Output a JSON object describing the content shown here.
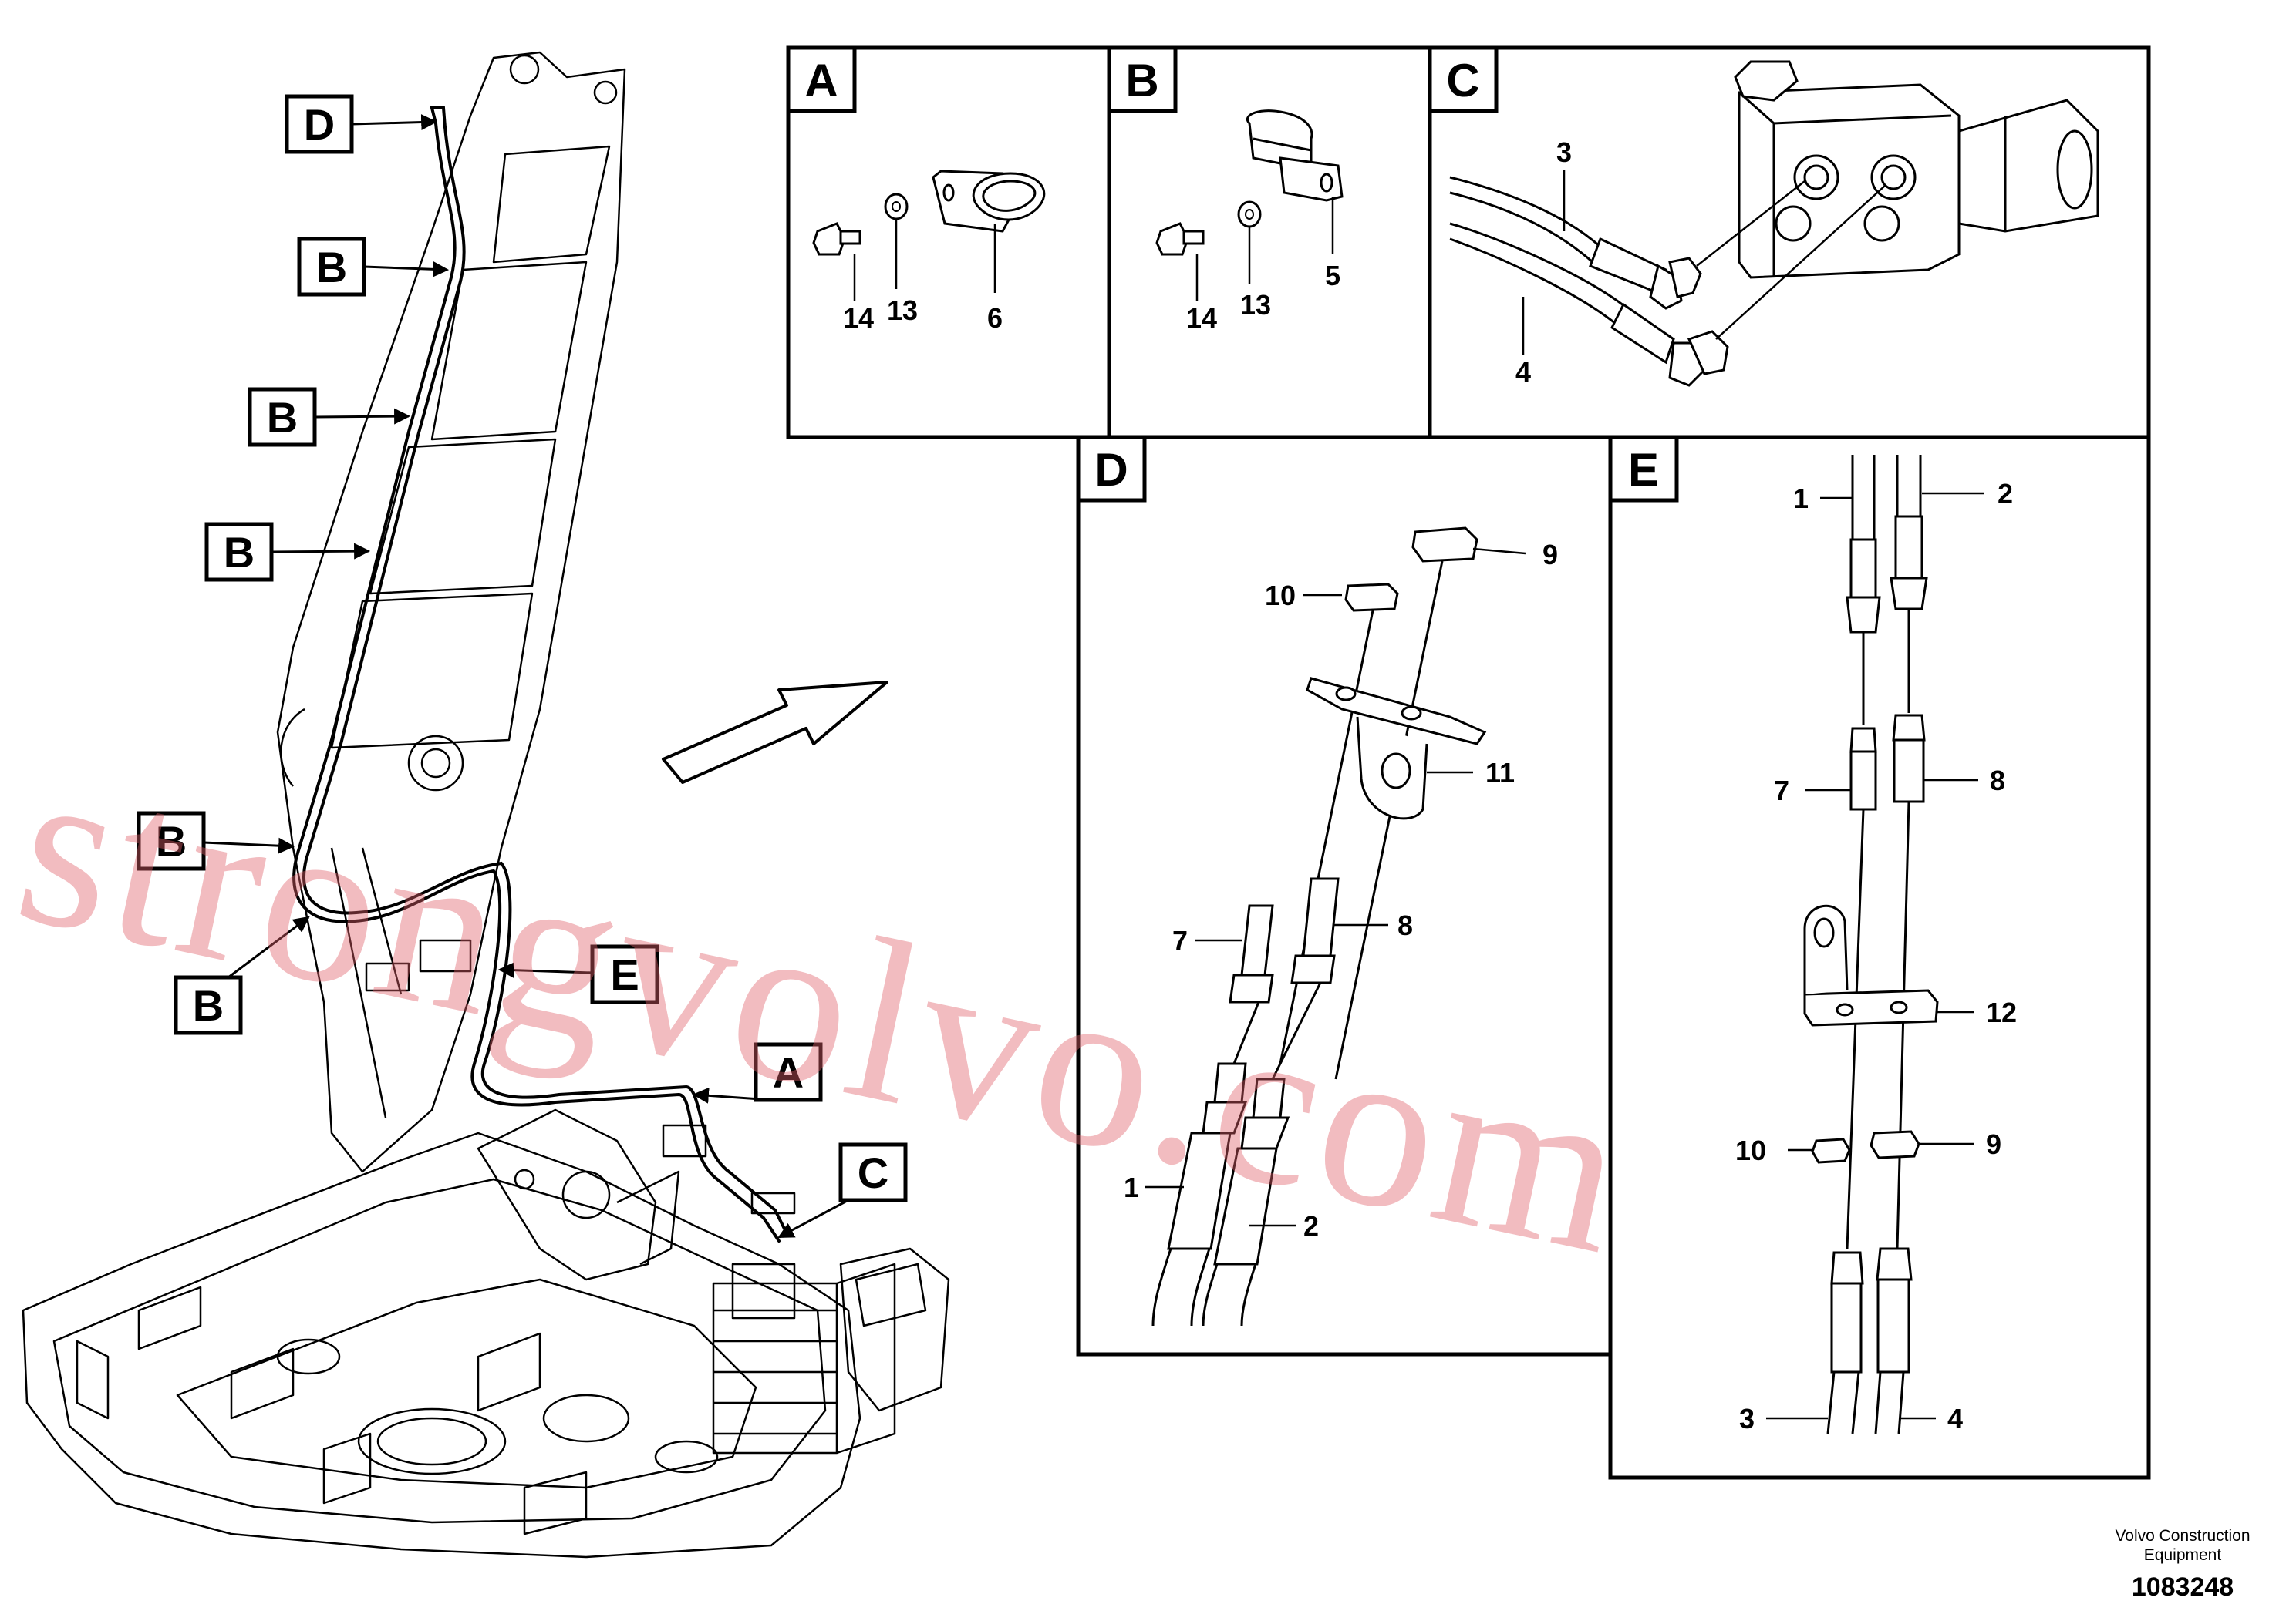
{
  "callouts": {
    "d": "D",
    "b1": "B",
    "b2": "B",
    "b3": "B",
    "b4": "B",
    "b5": "B",
    "e": "E",
    "a": "A",
    "c": "C"
  },
  "panels": {
    "a": {
      "letter": "A",
      "parts": {
        "p14": "14",
        "p13": "13",
        "p6": "6"
      }
    },
    "b": {
      "letter": "B",
      "parts": {
        "p14": "14",
        "p13": "13",
        "p5": "5"
      }
    },
    "c": {
      "letter": "C",
      "parts": {
        "p3": "3",
        "p4": "4"
      }
    },
    "d": {
      "letter": "D",
      "parts": {
        "p9": "9",
        "p10": "10",
        "p11": "11",
        "p7": "7",
        "p8": "8",
        "p1": "1",
        "p2": "2"
      }
    },
    "e": {
      "letter": "E",
      "parts": {
        "p1": "1",
        "p2": "2",
        "p7": "7",
        "p8": "8",
        "p12": "12",
        "p10": "10",
        "p9": "9",
        "p3": "3",
        "p4": "4"
      }
    }
  },
  "watermark": "strongvolvo.com",
  "footer": {
    "brand": "Volvo Construction Equipment",
    "id": "1083248"
  }
}
